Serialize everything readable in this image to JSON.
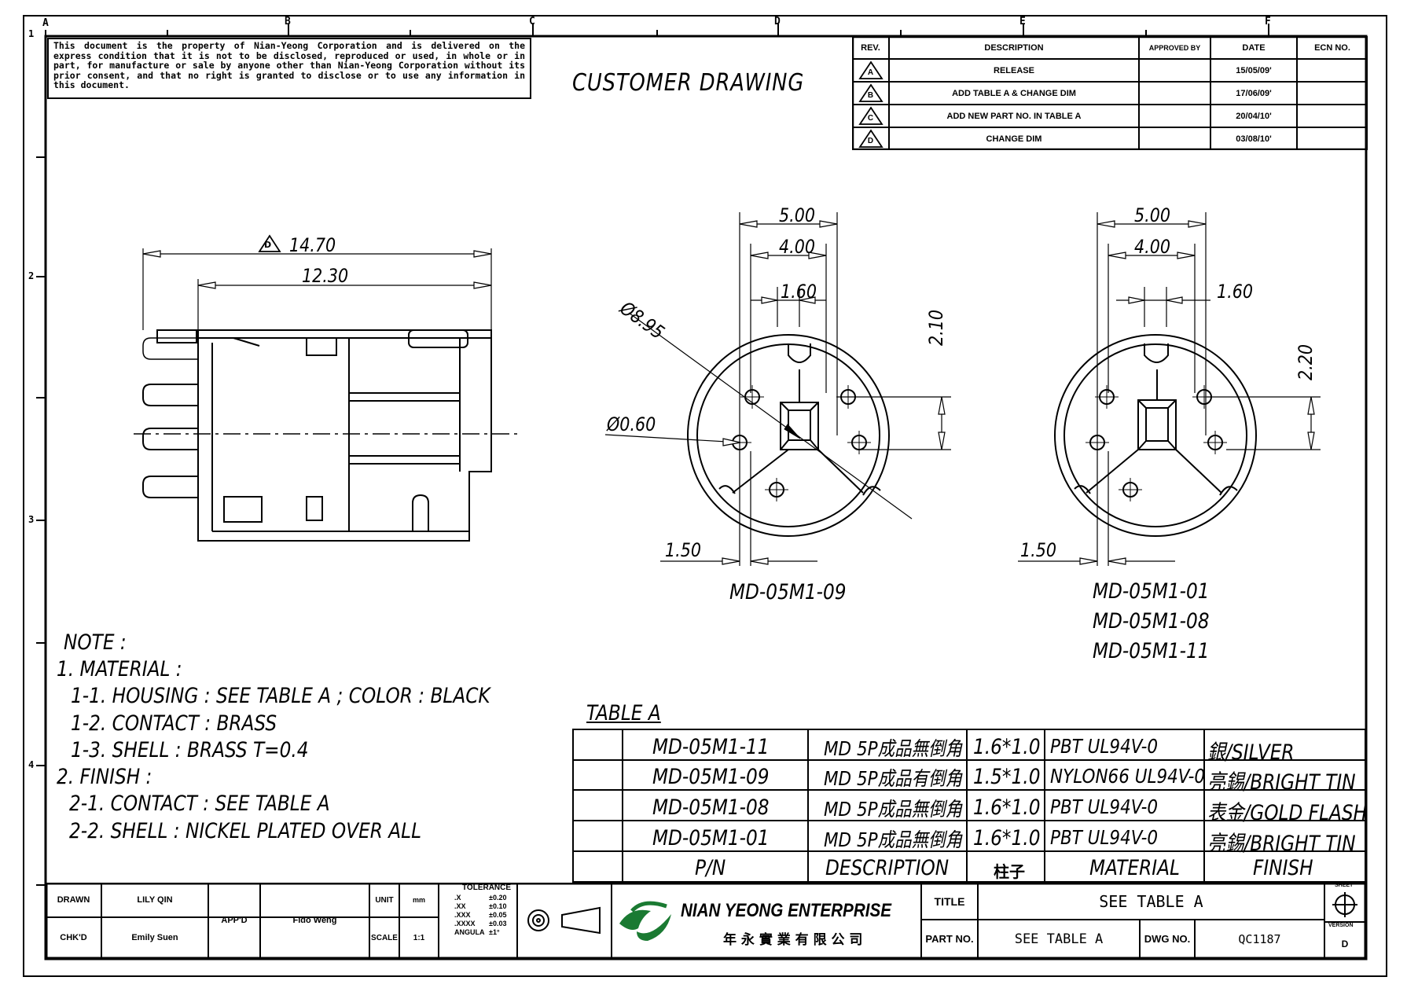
{
  "zone_letters": [
    "A",
    "B",
    "C",
    "D",
    "E",
    "F"
  ],
  "zone_numbers": [
    "1",
    "2",
    "3",
    "4"
  ],
  "disclaimer": "This document is the property of Nian-Yeong Corporation and is delivered on the express condition that it is not to be disclosed, reproduced or used, in whole or in part, for manufacture or sale by anyone other than Nian-Yeong Corporation without its prior consent, and that no right is granted to disclose or to use any information in this document.",
  "drawing_title": "CUSTOMER DRAWING",
  "revision_table": {
    "headers": [
      "REV.",
      "DESCRIPTION",
      "APPROVED BY",
      "DATE",
      "ECN NO."
    ],
    "rows": [
      {
        "rev": "A",
        "description": "RELEASE",
        "approved_by": "",
        "date": "15/05/09'",
        "ecn": ""
      },
      {
        "rev": "B",
        "description": "ADD TABLE A & CHANGE DIM",
        "approved_by": "",
        "date": "17/06/09'",
        "ecn": ""
      },
      {
        "rev": "C",
        "description": "ADD NEW PART NO. IN TABLE A",
        "approved_by": "",
        "date": "20/04/10'",
        "ecn": ""
      },
      {
        "rev": "D",
        "description": "CHANGE DIM",
        "approved_by": "",
        "date": "03/08/10'",
        "ecn": ""
      }
    ]
  },
  "dimensions": {
    "side_total": "14.70",
    "side_total_rev": "D",
    "side_inner": "12.30",
    "front1_outer": "5.00",
    "front1_mid": "4.00",
    "front1_inner": "1.60",
    "front1_height": "2.10",
    "front1_dia": "Ø8.95",
    "front1_pin": "Ø0.60",
    "front1_bottom": "1.50",
    "front2_outer": "5.00",
    "front2_mid": "4.00",
    "front2_inner": "1.60",
    "front2_height": "2.20",
    "front2_bottom": "1.50"
  },
  "view_labels": {
    "left": "MD-05M1-09",
    "right": [
      "MD-05M1-01",
      "MD-05M1-08",
      "MD-05M1-11"
    ]
  },
  "notes": {
    "heading": "NOTE :",
    "lines": [
      "1. MATERIAL :",
      "1-1. HOUSING : SEE TABLE A ; COLOR : BLACK",
      "1-2. CONTACT : BRASS",
      "1-3. SHELL : BRASS T=0.4",
      "2. FINISH :",
      "2-1. CONTACT : SEE TABLE A",
      "2-2. SHELL : NICKEL PLATED OVER ALL"
    ]
  },
  "table_a": {
    "title": "TABLE A",
    "rows": [
      {
        "pn": "MD-05M1-11",
        "desc": "MD 5P成品無倒角",
        "post": "1.6*1.0",
        "material": "PBT UL94V-0",
        "finish": "銀/SILVER"
      },
      {
        "pn": "MD-05M1-09",
        "desc": "MD 5P成品有倒角",
        "post": "1.5*1.0",
        "material": "NYLON66 UL94V-0",
        "finish": "亮錫/BRIGHT TIN"
      },
      {
        "pn": "MD-05M1-08",
        "desc": "MD 5P成品無倒角",
        "post": "1.6*1.0",
        "material": "PBT UL94V-0",
        "finish": "表金/GOLD FLASH"
      },
      {
        "pn": "MD-05M1-01",
        "desc": "MD 5P成品無倒角",
        "post": "1.6*1.0",
        "material": "PBT UL94V-0",
        "finish": "亮錫/BRIGHT TIN"
      }
    ],
    "footer": {
      "pn": "P/N",
      "desc": "DESCRIPTION",
      "post": "柱子",
      "material": "MATERIAL",
      "finish": "FINISH"
    }
  },
  "title_block": {
    "drawn_label": "DRAWN",
    "drawn": "LILY QIN",
    "chkd_label": "CHK'D",
    "chkd": "Emily Suen",
    "appd_label": "APP'D",
    "appd": "Fido Weng",
    "unit_label": "UNIT",
    "unit": "mm",
    "scale_label": "SCALE",
    "scale": "1:1",
    "tolerance_label": "TOLERANCE",
    "tolerance": [
      {
        "k": ".X",
        "v": "±0.20"
      },
      {
        "k": ".XX",
        "v": "±0.10"
      },
      {
        "k": ".XXX",
        "v": "±0.05"
      },
      {
        "k": ".XXXX",
        "v": "±0.03"
      },
      {
        "k": "ANGULA",
        "v": "±1°"
      }
    ],
    "company": "NIAN YEONG ENTERPRISE",
    "company_cn": "年 永 實 業 有 限 公 司",
    "title_label": "TITLE",
    "title": "SEE TABLE A",
    "part_no_label": "PART NO.",
    "part_no": "SEE TABLE A",
    "dwg_no_label": "DWG NO.",
    "dwg_no": "QC1187",
    "sheet_label": "SHEET",
    "version_label": "VERSION",
    "version": "D"
  }
}
